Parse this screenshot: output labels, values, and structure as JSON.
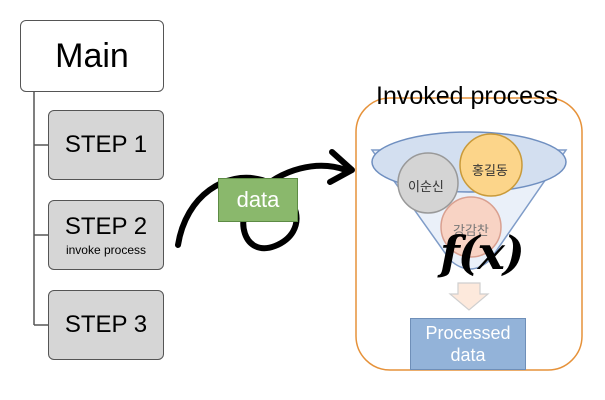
{
  "main": {
    "label": "Main"
  },
  "steps": [
    {
      "label": "STEP 1"
    },
    {
      "label": "STEP 2",
      "sub": "invoke process"
    },
    {
      "label": "STEP 3"
    }
  ],
  "data_label": "data",
  "invoked": {
    "title": "Invoked process",
    "names": [
      "이순신",
      "홍길동",
      "강감찬"
    ],
    "function": "f(x)",
    "output": "Processed data"
  },
  "colors": {
    "step_fill": "#d6d6d6",
    "data_fill": "#8ab86c",
    "container_border": "#e6923a",
    "funnel_fill": "#dce6f4",
    "circle_lee": "#d4d4d4",
    "circle_hong": "#fcd58a",
    "circle_kang": "#f8d0c0",
    "output_fill": "#93b3d9"
  }
}
